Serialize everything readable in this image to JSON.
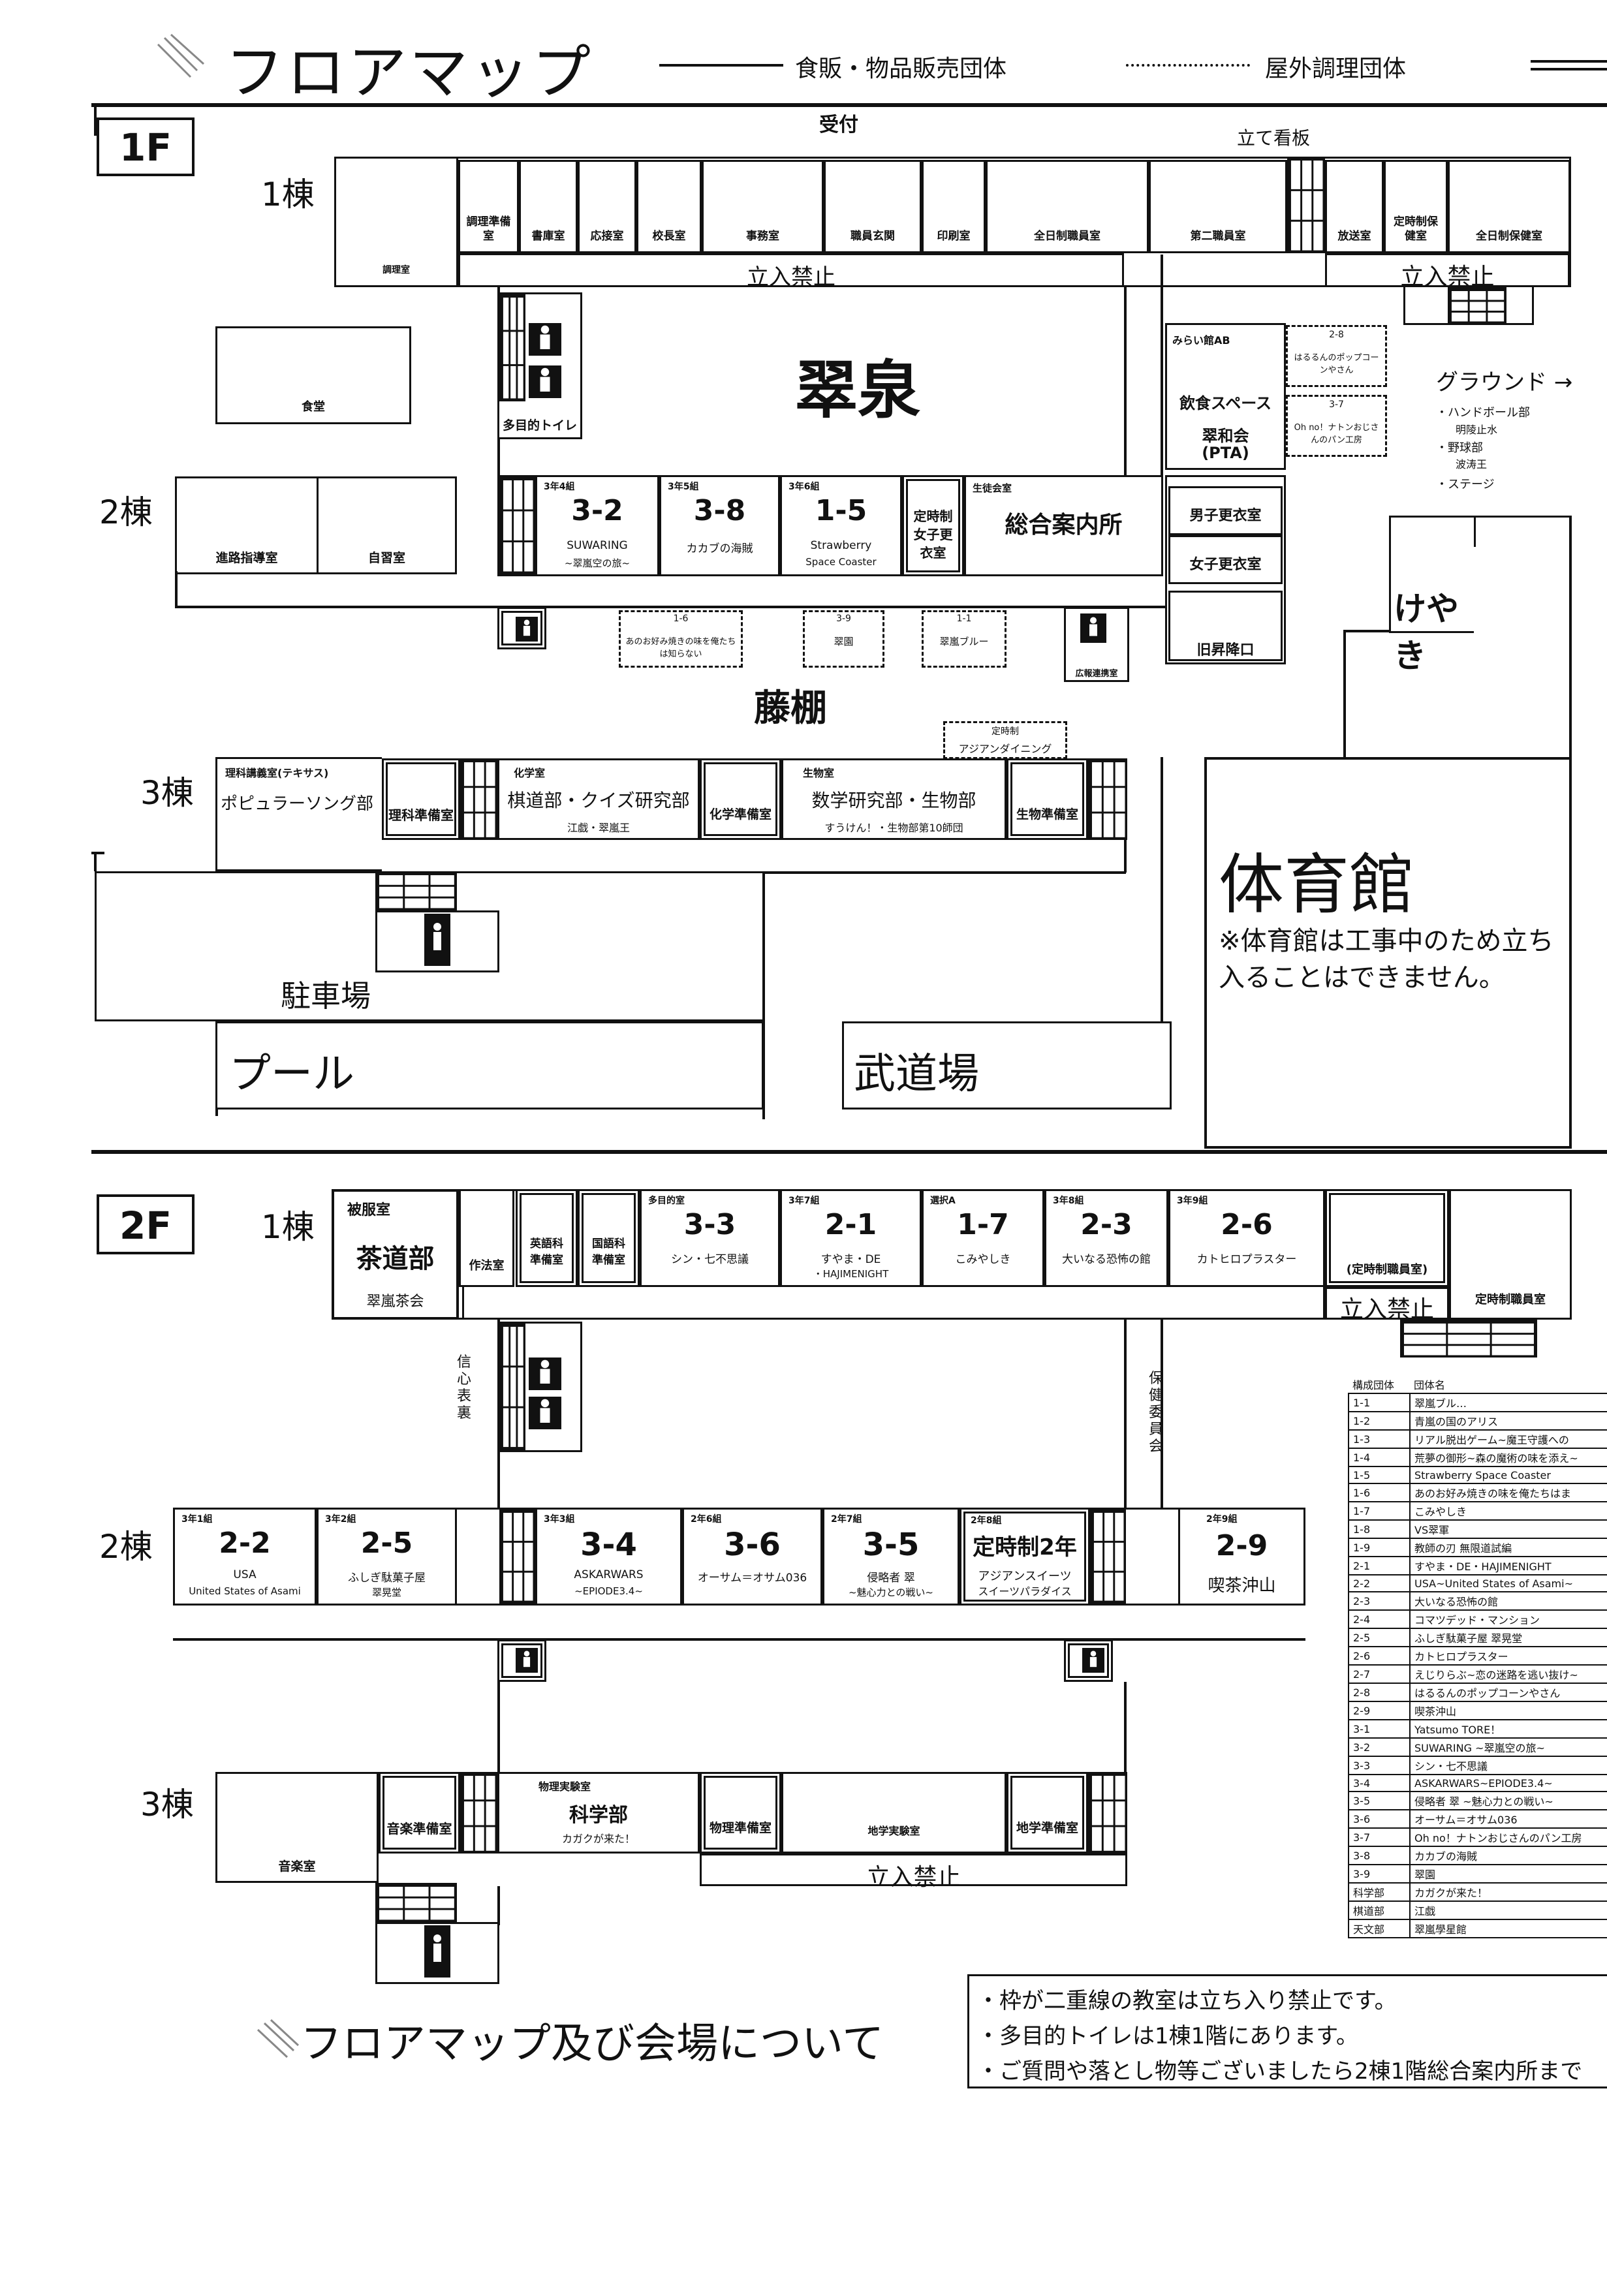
{
  "header": {
    "title": "フロアマップ",
    "legend_solid": "食販・物品販売団体",
    "legend_dotted": "屋外調理団体"
  },
  "floor1": {
    "label": "1F",
    "reception": "受付",
    "signboard": "立て看板",
    "building1": "1棟",
    "building2": "2棟",
    "building3": "3棟",
    "rooms_b1": [
      "調理準備室",
      "書庫室",
      "応接室",
      "校長室",
      "事務室",
      "職員玄関",
      "印刷室",
      "全日制職員室",
      "第二職員室",
      "放送室",
      "定時制保健室",
      "全日制保健室"
    ],
    "cooking_room": "調理室",
    "no_entry": "立入禁止",
    "no_entry_right": "立入禁止",
    "cafeteria": "食堂",
    "courtyard1": "翠泉",
    "courtyard2": "藤棚",
    "multi_toilet": "多目的トイレ",
    "guidance": "進路指導室",
    "study": "自習室",
    "classes_b2": [
      {
        "sub": "3年4組",
        "num": "3-2",
        "name": "SUWARING",
        "name2": "~翠嵐空の旅~"
      },
      {
        "sub": "3年5組",
        "num": "3-8",
        "name": "カカブの海賊",
        "name2": ""
      },
      {
        "sub": "3年6組",
        "num": "1-5",
        "name": "Strawberry",
        "name2": "Space Coaster"
      }
    ],
    "teiji_girls": "定時制女子更衣室",
    "student_room": "生徒会室",
    "info_center": "総合案内所",
    "miraikan": "みらい館AB",
    "eating_space": "飲食スペース",
    "suiwakai": "翠和会",
    "pta": "(PTA)",
    "stall_28_code": "2-8",
    "stall_28_name": "はるるんのポップコーンやさん",
    "stall_37_code": "3-7",
    "stall_37_name": "Oh no！ナトンおじさんのパン工房",
    "boys_locker": "男子更衣室",
    "girls_locker": "女子更衣室",
    "old_entrance": "旧昇降口",
    "ground": "グラウンド →",
    "ground_items": [
      "・ハンドボール部",
      "明陵止水",
      "・野球部",
      "波涛王",
      "・ステージ"
    ],
    "keyaki": "けやき",
    "stall_16_code": "1-6",
    "stall_16_name": "あのお好み焼きの味を俺たちは知らない",
    "stall_39_code": "3-9",
    "stall_39_name": "翠園",
    "stall_11_code": "1-1",
    "stall_11_name": "翠嵐ブルー",
    "koho": "広報連携室",
    "teiji_dining_a": "定時制",
    "teiji_dining_b": "アジアンダイニング",
    "sci_lecture": "理科講義室(テキサス)",
    "pop_song": "ポピュラーソング部",
    "sci_prep": "理科準備室",
    "chem_room": "化学室",
    "go_quiz": "棋道部・クイズ研究部",
    "go_quiz_sub": "江戯・翠嵐王",
    "chem_prep": "化学準備室",
    "bio_room": "生物室",
    "math_bio": "数学研究部・生物部",
    "math_bio_sub": "すうけん！・生物部第10師団",
    "bio_prep": "生物準備室",
    "gym": "体育館",
    "gym_note": "※体育館は工事中のため立ち入ることはできません。",
    "parking": "駐車場",
    "pool": "プール",
    "budo": "武道場"
  },
  "floor2": {
    "label": "2F",
    "building1": "1棟",
    "building2": "2棟",
    "building3": "3棟",
    "clothing": "被服室",
    "sado": "茶道部",
    "sado_sub": "翠嵐茶会",
    "saho": "作法室",
    "eng_prep": "英語科準備室",
    "jpn_prep": "国語科準備室",
    "classes_b1": [
      {
        "sub": "多目的室",
        "num": "3-3",
        "name": "シン・七不思議",
        "name2": ""
      },
      {
        "sub": "3年7組",
        "num": "2-1",
        "name": "すやま・DE",
        "name2": "・HAJIMENIGHT"
      },
      {
        "sub": "選択A",
        "num": "1-7",
        "name": "こみやしき",
        "name2": ""
      },
      {
        "sub": "3年8組",
        "num": "2-3",
        "name": "大いなる恐怖の館",
        "name2": ""
      },
      {
        "sub": "3年9組",
        "num": "2-6",
        "name": "カトヒロプラスター",
        "name2": ""
      }
    ],
    "teiji_staff_a": "(定時制職員室)",
    "teiji_staff_b": "定時制職員室",
    "no_entry": "立入禁止",
    "health_a": "信心表裏",
    "health_b": "保健委員会",
    "classes_b2_left": [
      {
        "sub": "3年1組",
        "num": "2-2",
        "name": "USA",
        "name2": "United States of Asami"
      },
      {
        "sub": "3年2組",
        "num": "2-5",
        "name": "ふしぎ駄菓子屋",
        "name2": "翠晃堂"
      }
    ],
    "classes_b2_mid": [
      {
        "sub": "3年3組",
        "num": "3-4",
        "name": "ASKARWARS",
        "name2": "~EPIODE3.4~"
      },
      {
        "sub": "2年6組",
        "num": "3-6",
        "name": "オーサム＝オサム036",
        "name2": ""
      },
      {
        "sub": "2年7組",
        "num": "3-5",
        "name": "侵略者 翠",
        "name2": "~魅心力との戦い~"
      }
    ],
    "teiji2": {
      "sub": "2年8組",
      "num": "定時制2年",
      "name": "アジアンスイーツ",
      "name2": "スイーツパラダイス"
    },
    "class29": {
      "sub": "2年9組",
      "num": "2-9",
      "name": "喫茶沖山",
      "name2": ""
    },
    "music": "音楽室",
    "music_prep": "音楽準備室",
    "phys_lab": "物理実験室",
    "science_club": "科学部",
    "science_sub": "カガクが来た！",
    "phys_prep": "物理準備室",
    "geo_lab": "地学実験室",
    "geo_prep": "地学準備室",
    "no_entry_b3": "立入禁止"
  },
  "legend_table": {
    "headers": [
      "構成団体",
      "団体名"
    ],
    "rows": [
      [
        "1-1",
        "翠嵐ブル…"
      ],
      [
        "1-2",
        "青嵐の国のアリス"
      ],
      [
        "1-3",
        "リアル脱出ゲーム~魔王守護への"
      ],
      [
        "1-4",
        "荒夢の御形~森の魔術の味を添え~"
      ],
      [
        "1-5",
        "Strawberry Space Coaster"
      ],
      [
        "1-6",
        "あのお好み焼きの味を俺たちはま"
      ],
      [
        "1-7",
        "こみやしき"
      ],
      [
        "1-8",
        "VS翠軍"
      ],
      [
        "1-9",
        "教師の刃 無限道試編"
      ],
      [
        "2-1",
        "すやま・DE・HAJIMENIGHT"
      ],
      [
        "2-2",
        "USA~United States of Asami~"
      ],
      [
        "2-3",
        "大いなる恐怖の館"
      ],
      [
        "2-4",
        "コマツデッド・マンション"
      ],
      [
        "2-5",
        "ふしぎ駄菓子屋 翠晃堂"
      ],
      [
        "2-6",
        "カトヒロプラスター"
      ],
      [
        "2-7",
        "えじりらぶ~恋の迷路を逃い抜け~"
      ],
      [
        "2-8",
        "はるるんのポップコーンやさん"
      ],
      [
        "2-9",
        "喫茶沖山"
      ],
      [
        "3-1",
        "Yatsumo TORE！"
      ],
      [
        "3-2",
        "SUWARING ~翠嵐空の旅~"
      ],
      [
        "3-3",
        "シン・七不思議"
      ],
      [
        "3-4",
        "ASKARWARS~EPIODE3.4~"
      ],
      [
        "3-5",
        "侵略者 翠 ~魅心力との戦い~"
      ],
      [
        "3-6",
        "オーサム＝オサム036"
      ],
      [
        "3-7",
        "Oh no！ナトンおじさんのパン工房"
      ],
      [
        "3-8",
        "カカブの海賊"
      ],
      [
        "3-9",
        "翠園"
      ],
      [
        "科学部",
        "カガクが来た！"
      ],
      [
        "棋道部",
        "江戯"
      ],
      [
        "天文部",
        "翠嵐學星館"
      ]
    ]
  },
  "footer": {
    "title": "フロアマップ及び会場について",
    "notes": [
      "・枠が二重線の教室は立ち入り禁止です。",
      "・多目的トイレは1棟1階にあります。",
      "・ご質問や落とし物等ございましたら2棟1階総合案内所まで"
    ]
  }
}
